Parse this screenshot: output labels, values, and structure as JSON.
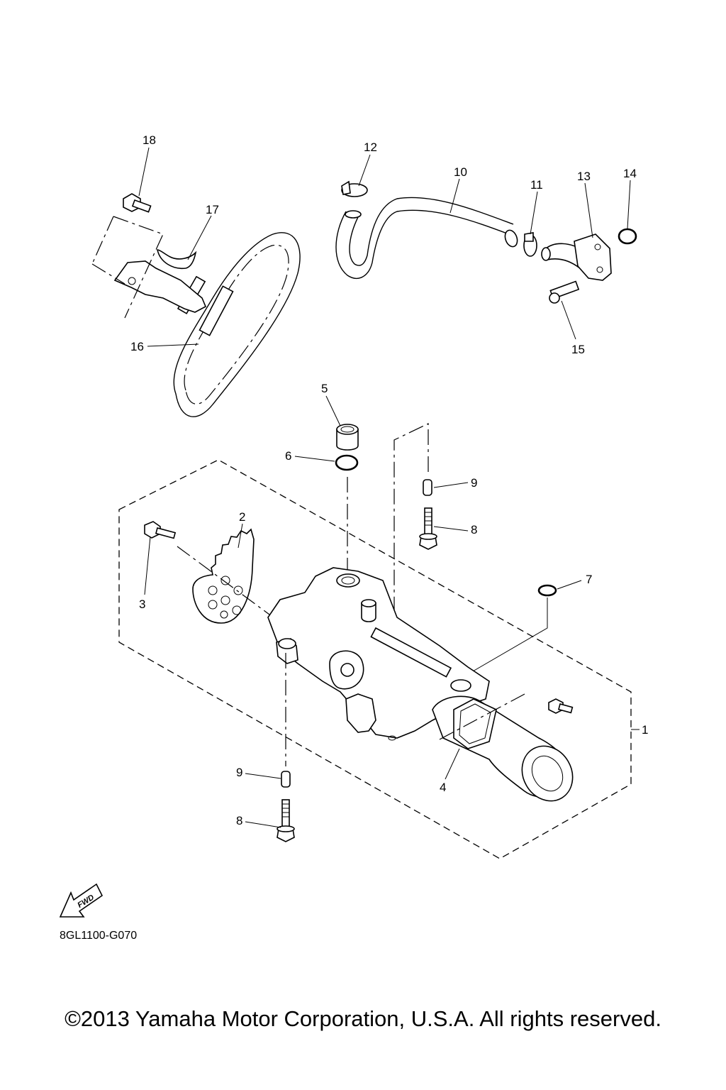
{
  "diagram": {
    "callouts": [
      {
        "id": "1",
        "text": "1"
      },
      {
        "id": "2",
        "text": "2"
      },
      {
        "id": "3",
        "text": "3"
      },
      {
        "id": "4",
        "text": "4"
      },
      {
        "id": "5",
        "text": "5"
      },
      {
        "id": "6",
        "text": "6"
      },
      {
        "id": "7",
        "text": "7"
      },
      {
        "id": "8a",
        "text": "8"
      },
      {
        "id": "8b",
        "text": "8"
      },
      {
        "id": "9a",
        "text": "9"
      },
      {
        "id": "9b",
        "text": "9"
      },
      {
        "id": "10",
        "text": "10"
      },
      {
        "id": "11",
        "text": "11"
      },
      {
        "id": "12",
        "text": "12"
      },
      {
        "id": "13",
        "text": "13"
      },
      {
        "id": "14",
        "text": "14"
      },
      {
        "id": "15",
        "text": "15"
      },
      {
        "id": "16",
        "text": "16"
      },
      {
        "id": "17",
        "text": "17"
      },
      {
        "id": "18",
        "text": "18"
      }
    ],
    "fwd_label": "FWD",
    "drawing_code": "8GL1100-G070",
    "copyright": "©2013 Yamaha Motor Corporation, U.S.A. All rights reserved."
  }
}
